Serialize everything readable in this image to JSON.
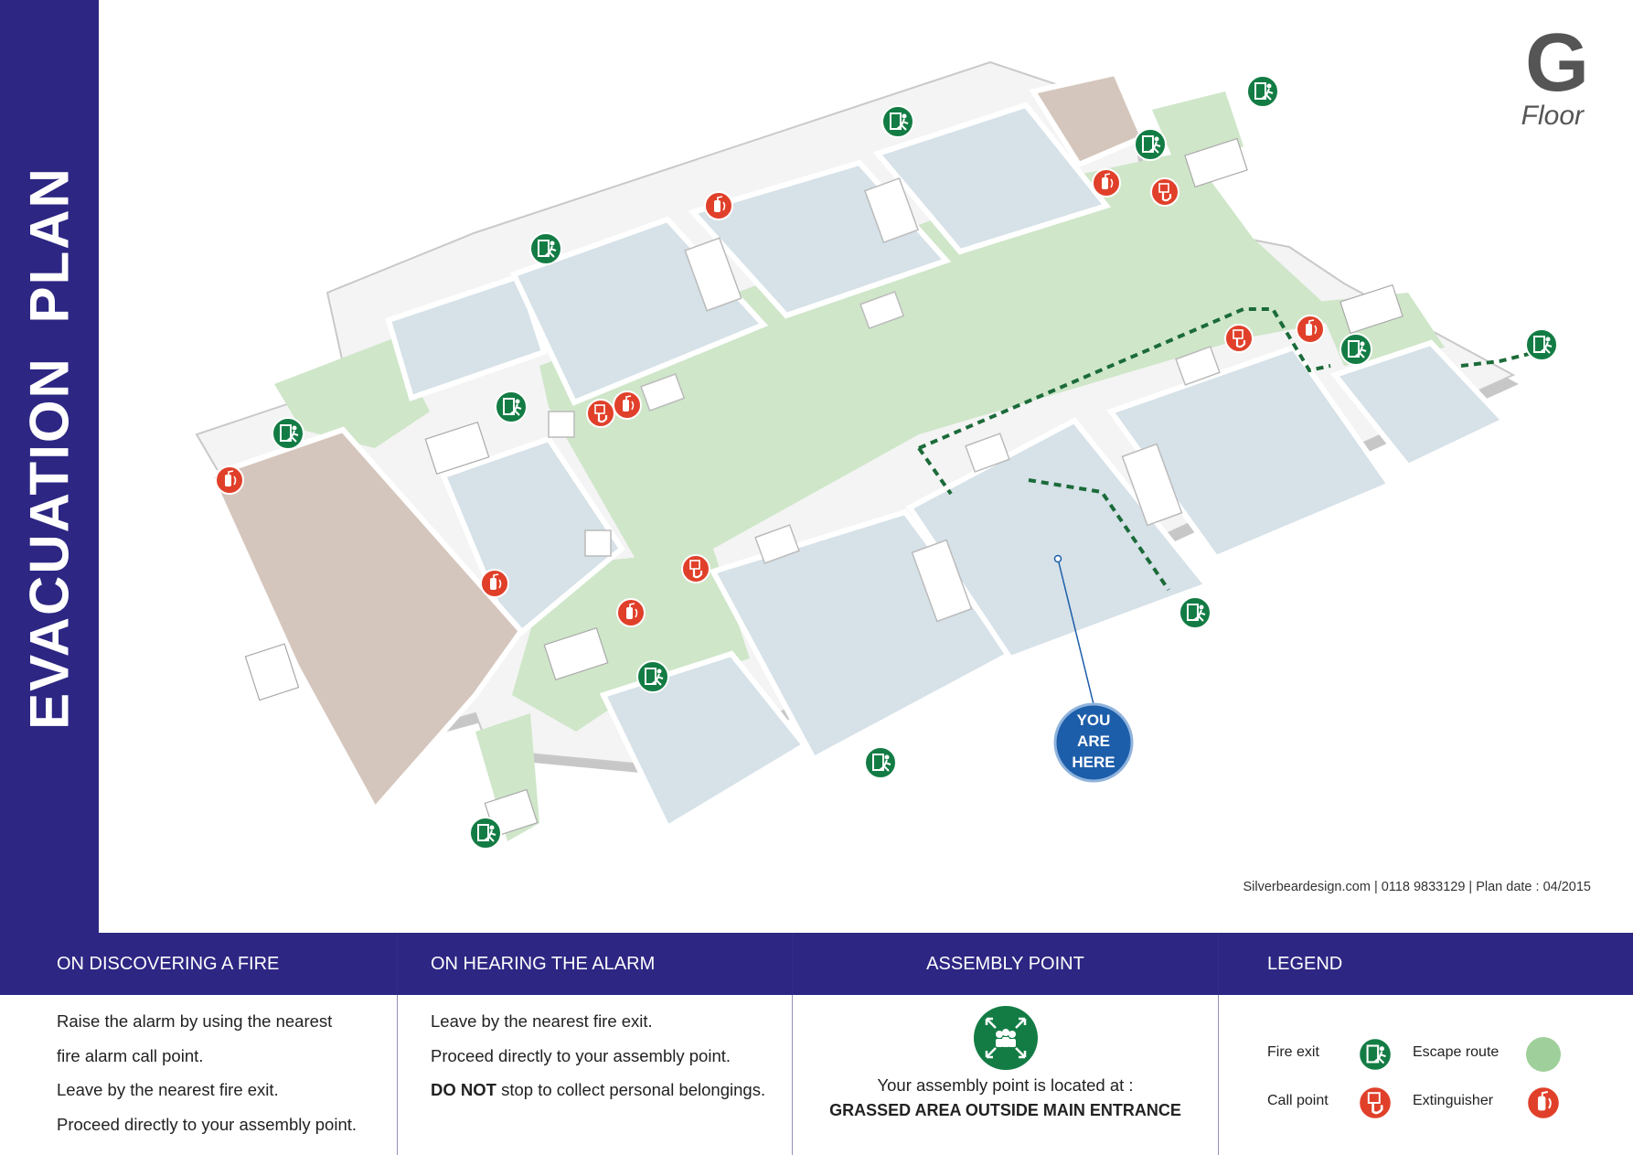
{
  "title": "EVACUATION  PLAN",
  "floor": {
    "letter": "G",
    "word": "Floor"
  },
  "you_are_here": [
    "YOU",
    "ARE",
    "HERE"
  ],
  "credits": "Silverbeardesign.com  |  0118 9833129  |  Plan date : 04/2015",
  "sections": {
    "discovering": {
      "heading": "ON DISCOVERING A FIRE",
      "lines": [
        "Raise the alarm by using the nearest",
        "fire alarm call point.",
        "Leave by the nearest fire exit.",
        "Proceed directly to your assembly point."
      ]
    },
    "alarm": {
      "heading": "ON HEARING THE ALARM",
      "lines": [
        "Leave by the nearest fire exit.",
        "Proceed directly to your assembly point."
      ],
      "last_bold": "DO NOT",
      "last_rest": " stop to collect personal belongings."
    },
    "assembly": {
      "heading": "ASSEMBLY POINT",
      "text": "Your assembly point is located at :",
      "location": "GRASSED AREA OUTSIDE MAIN ENTRANCE"
    },
    "legend": {
      "heading": "LEGEND",
      "items": [
        {
          "label": "Fire exit",
          "icon": "fire-exit-icon",
          "color": "#137c44"
        },
        {
          "label": "Escape route",
          "icon": "escape-route-swatch",
          "color": "#9fcf9a"
        },
        {
          "label": "Call point",
          "icon": "call-point-icon",
          "color": "#e0402a"
        },
        {
          "label": "Extinguisher",
          "icon": "extinguisher-icon",
          "color": "#e0402a"
        }
      ]
    }
  },
  "colors": {
    "brand": "#2d2683",
    "exit": "#137c44",
    "fire": "#e0402a",
    "route": "#cfe6c9",
    "room": "#d6e1e8",
    "hall": "#d5c6bd",
    "marker": "#1d5eaa"
  }
}
